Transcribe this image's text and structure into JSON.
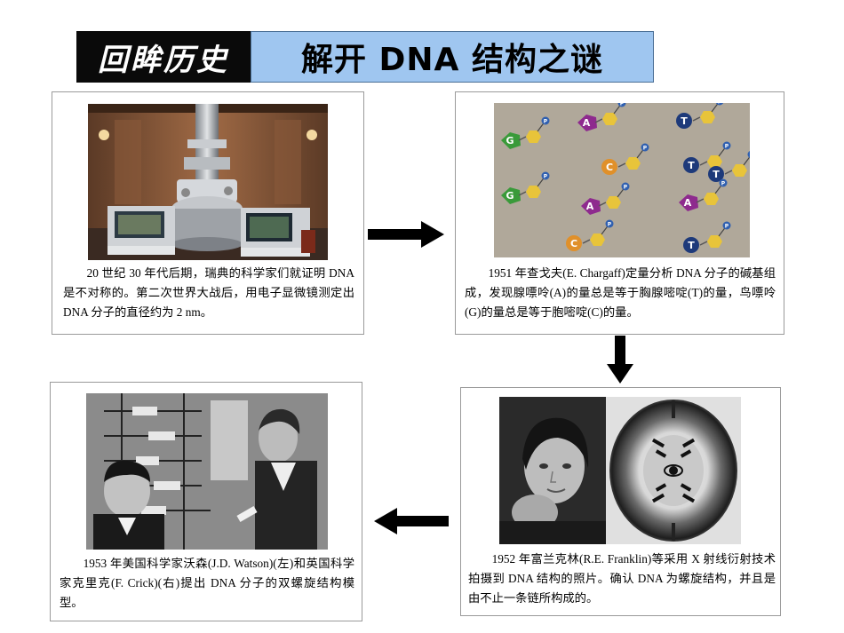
{
  "header": {
    "label": "回眸历史",
    "title": "解开 DNA 结构之谜"
  },
  "cards": [
    {
      "caption": "20 世纪 30 年代后期，瑞典的科学家们就证明 DNA 是不对称的。第二次世界大战后，用电子显微镜测定出 DNA 分子的直径约为 2 nm。"
    },
    {
      "caption": "1951 年查戈夫(E. Chargaff)定量分析 DNA 分子的碱基组成，发现腺嘌呤(A)的量总是等于胸腺嘧啶(T)的量，鸟嘌呤(G)的量总是等于胞嘧啶(C)的量。"
    },
    {
      "caption": "1952 年富兰克林(R.E. Franklin)等采用 X 射线衍射技术拍摄到 DNA 结构的照片。确认 DNA 为螺旋结构，并且是由不止一条链所构成的。"
    },
    {
      "caption": "1953 年美国科学家沃森(J.D. Watson)(左)和英国科学家克里克(F. Crick)(右)提出 DNA 分子的双螺旋结构模型。"
    }
  ],
  "nucleotides": [
    {
      "base": "G",
      "color": "#3a9a3a"
    },
    {
      "base": "A",
      "color": "#8e2a8e"
    },
    {
      "base": "T",
      "color": "#1e3a7a"
    },
    {
      "base": "C",
      "color": "#e0902a"
    },
    {
      "base": "T",
      "color": "#1e3a7a"
    },
    {
      "base": "T",
      "color": "#1e3a7a"
    },
    {
      "base": "G",
      "color": "#3a9a3a"
    },
    {
      "base": "A",
      "color": "#8e2a8e"
    },
    {
      "base": "A",
      "color": "#8e2a8e"
    },
    {
      "base": "C",
      "color": "#e0902a"
    },
    {
      "base": "T",
      "color": "#1e3a7a"
    }
  ],
  "phosphate_label": "P",
  "colors": {
    "title_bg": "#9fc6f0",
    "label_bg": "#0a0a0a",
    "sugar": "#e8c43a",
    "slide_bg": "#b0a89a"
  }
}
